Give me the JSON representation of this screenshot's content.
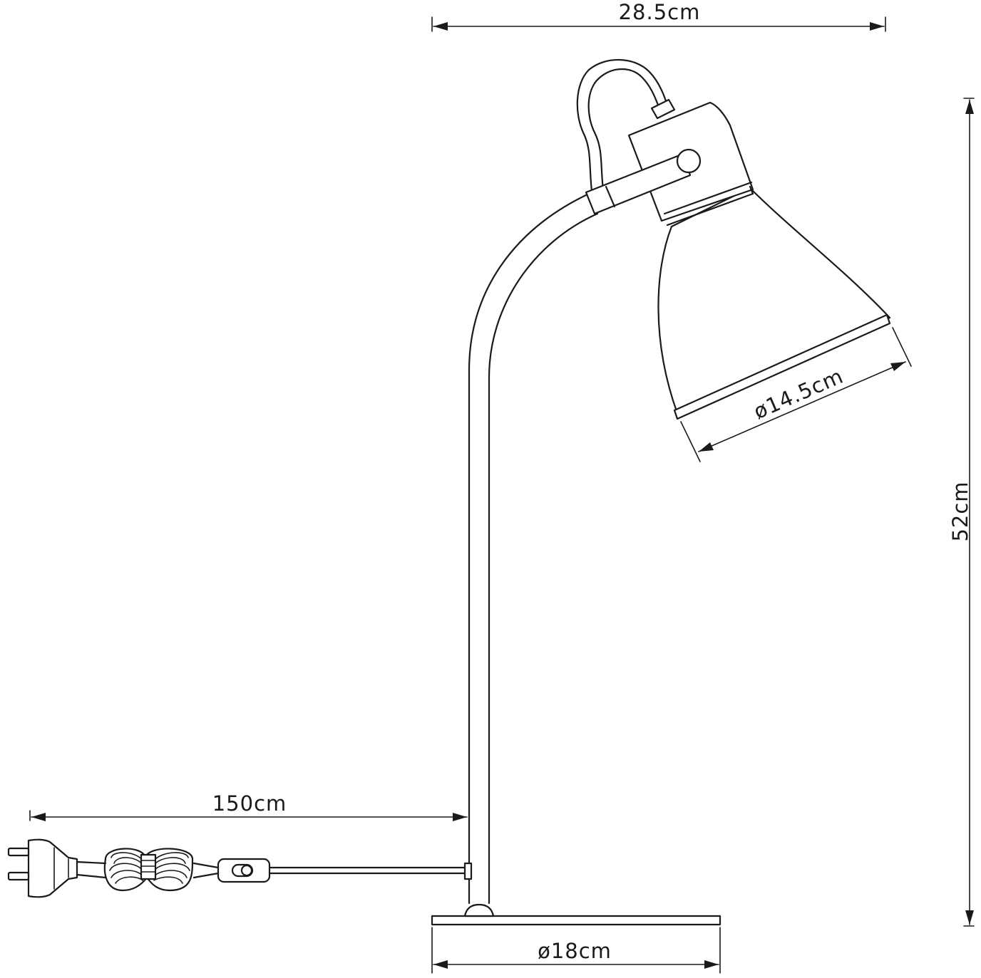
{
  "diagram": {
    "dimensions": {
      "width": "28.5cm",
      "height": "52cm",
      "shade_diameter": "ø14.5cm",
      "cable_length": "150cm",
      "base_diameter": "ø18cm"
    }
  }
}
